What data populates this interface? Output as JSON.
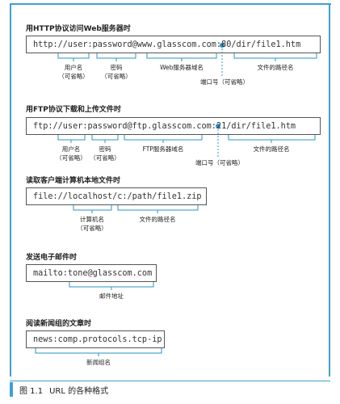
{
  "sections": [
    {
      "heading": "用HTTP协议访问Web服务器时",
      "url": "http://user:password@www.glasscom.com:80/dir/file1.htm",
      "labels": {
        "user": [
          "用户名",
          "（可省略）"
        ],
        "password": [
          "密码",
          "（可省略）"
        ],
        "host": "Web服务器域名",
        "path": "文件的路径名",
        "port": "端口号（可省略）"
      }
    },
    {
      "heading": "用FTP协议下载和上传文件时",
      "url": "ftp://user:password@ftp.glasscom.com:21/dir/file1.htm",
      "labels": {
        "user": [
          "用户名",
          "（可省略）"
        ],
        "password": [
          "密码",
          "（可省略）"
        ],
        "host": "FTP服务器域名",
        "path": "文件的路径名",
        "port": "端口号（可省略）"
      }
    },
    {
      "heading": "读取客户端计算机本地文件时",
      "url": "file://localhost/c:/path/file1.zip",
      "labels": {
        "host": [
          "计算机名",
          "（可省略）"
        ],
        "path": "文件的路径名"
      }
    },
    {
      "heading": "发送电子邮件时",
      "url": "mailto:tone@glasscom.com",
      "labels": {
        "address": "邮件地址"
      }
    },
    {
      "heading": "阅读新闻组的文章时",
      "url": "news:comp.protocols.tcp-ip",
      "labels": {
        "group": "新闻组名"
      }
    }
  ],
  "caption": {
    "number": "图 1.1",
    "title": "URL 的各种格式"
  },
  "colors": {
    "accent": "#2a93c8",
    "frame": "#3ea0cf"
  }
}
